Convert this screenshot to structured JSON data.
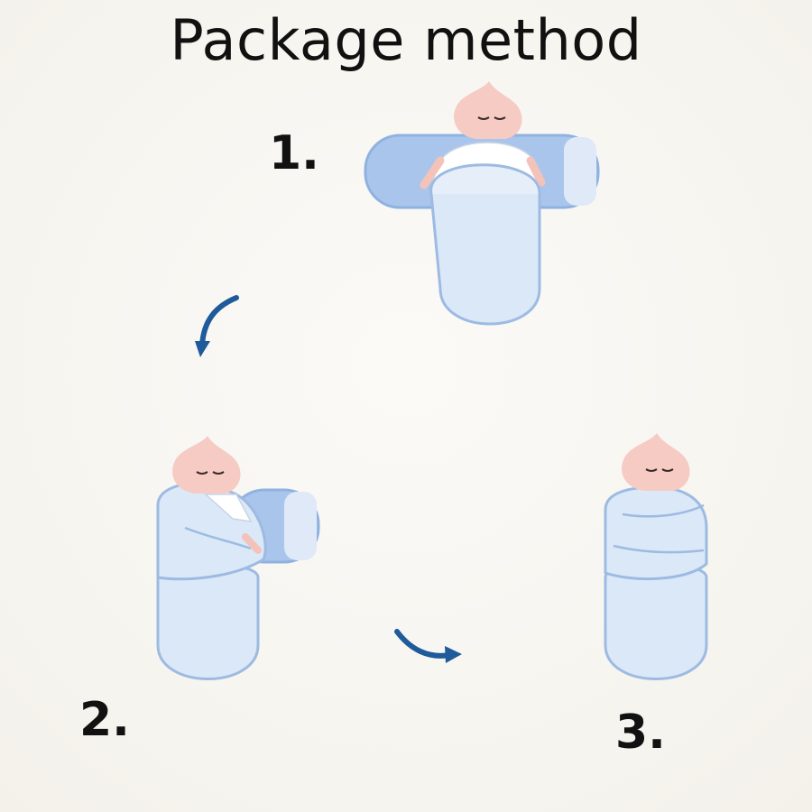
{
  "title": "Package method",
  "steps": [
    {
      "label": "1."
    },
    {
      "label": "2."
    },
    {
      "label": "3."
    }
  ],
  "colors": {
    "swaddle_fill": "#d8e6f6",
    "swaddle_stroke": "#9dbbe2",
    "wing_fill": "#a9c4ea",
    "skin": "#f5c9c1",
    "arrow": "#1f5a9a"
  },
  "icons": [
    "curved-arrow-down-icon",
    "curved-arrow-right-icon"
  ]
}
